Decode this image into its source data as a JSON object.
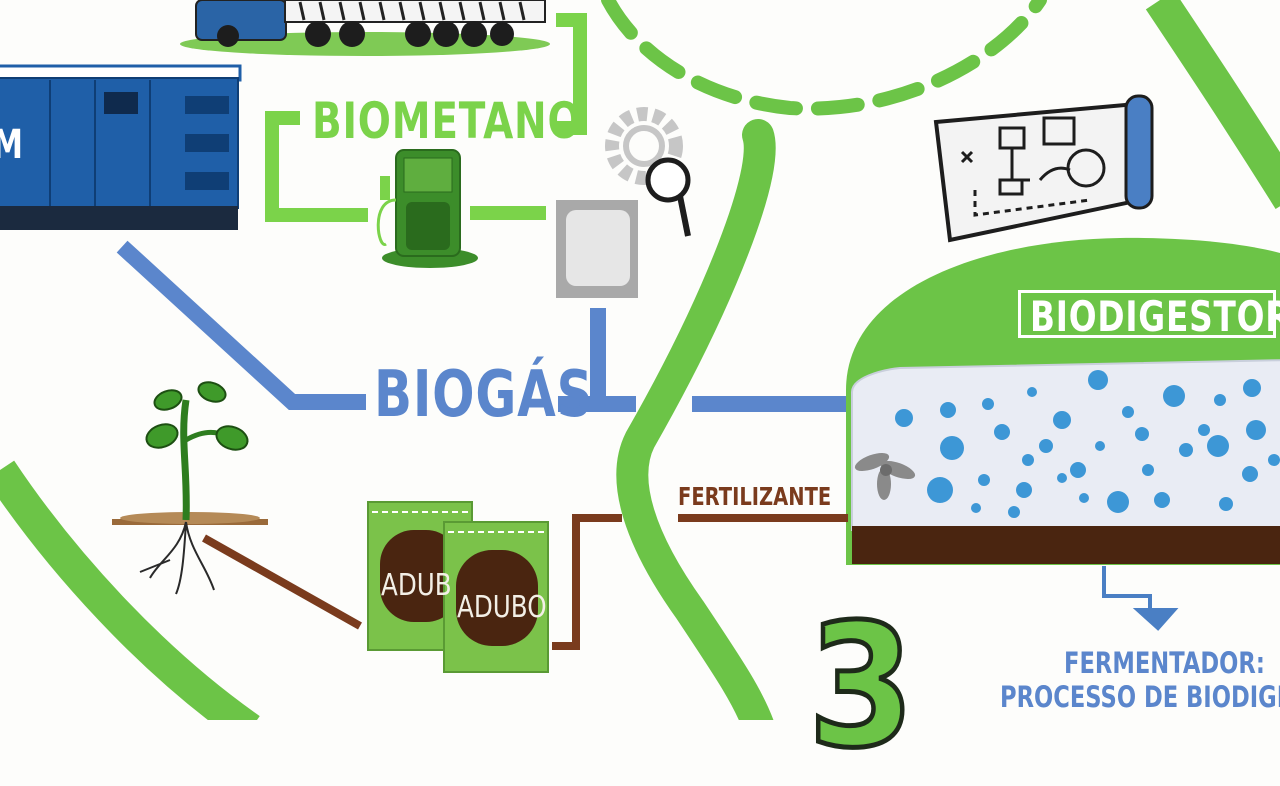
{
  "labels": {
    "biometano": "BIOMETANO",
    "biogas": "BIOGÁS",
    "fertilizante": "FERTILIZANTE",
    "biodigestor": "BIODIGESTOR",
    "fermentador_line1": "FERMENTADOR:",
    "fermentador_line2": "PROCESSO DE BIODIGEST"
  },
  "adubo_bags": [
    "ADUB",
    "ADUBO"
  ],
  "step_number": "3",
  "generator_badge": "M",
  "colors": {
    "green": "#6cc447",
    "light_green": "#7bd34a",
    "blue": "#5b86cc",
    "brown": "#7a3b1d",
    "dark_brown": "#4a2510",
    "generator_blue": "#1f5fa8",
    "bubble_blue": "#3d97d6"
  },
  "icons": [
    "generator-icon",
    "truck-icon",
    "fuel-pump-icon",
    "filter-icon",
    "gear-magnifier-icon",
    "blueprint-icon",
    "plant-icon",
    "fertilizer-bag-icon",
    "biodigester-icon",
    "fan-icon"
  ]
}
